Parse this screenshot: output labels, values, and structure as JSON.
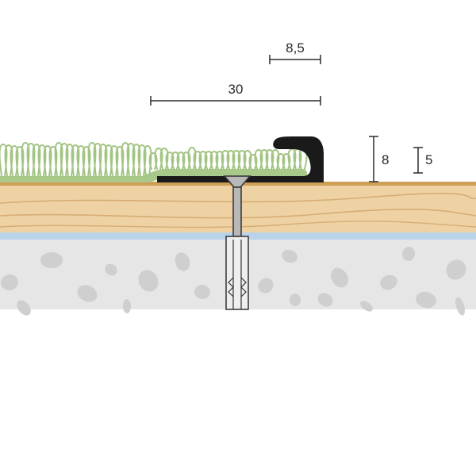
{
  "dimensions": {
    "profile_width": "30",
    "lip_width": "8,5",
    "total_height": "8",
    "carpet_height": "5"
  },
  "colors": {
    "background": "#ffffff",
    "wood_light": "#efd2a3",
    "wood_lines": "#d5ae76",
    "wood_top_edge": "#cf9f55",
    "membrane": "#b9d3ea",
    "concrete": "#e6e6e6",
    "pebble": "#cfcfcf",
    "carpet_base": "#a8c98a",
    "carpet_loops": "#a3c584",
    "profile": "#1a1a1a",
    "screw": "#b8b8b8",
    "dimension_line": "#2b2b2b"
  },
  "components": [
    "carpet-icon",
    "aluminium-profile",
    "countersunk-screw-icon",
    "wall-plug-icon",
    "wooden-subfloor",
    "concrete-base"
  ]
}
